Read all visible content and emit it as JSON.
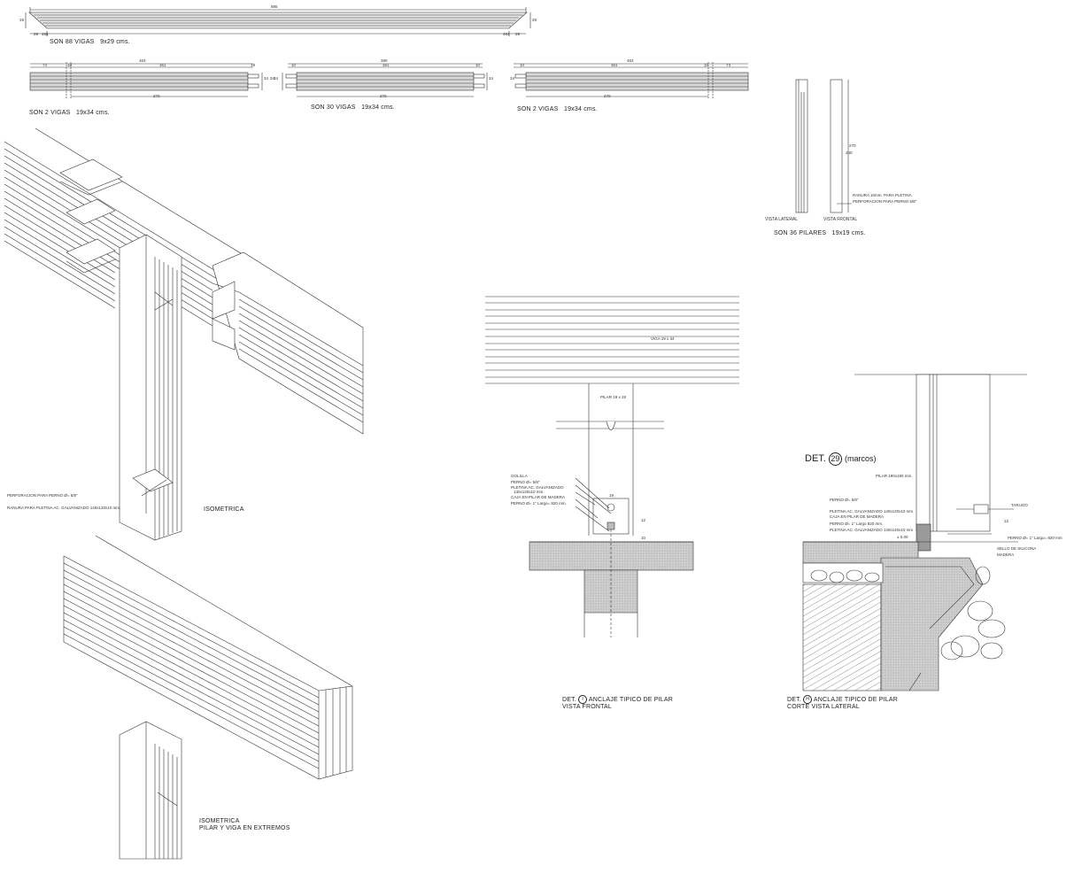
{
  "beam_schedules": {
    "top": {
      "count_label": "SON 88 VIGAS",
      "size": "9x29 cms.",
      "dims": {
        "overall": "885",
        "left_a": "29",
        "left_b": "464",
        "right_a": "464",
        "right_b": "29",
        "height_left": "29",
        "height_right": "29"
      }
    },
    "row2_a": {
      "count_label": "SON 2 VIGAS",
      "size": "19x34 cms.",
      "dims": {
        "top": "463",
        "seg1": "74",
        "seg2": "10",
        "seg3": "361",
        "seg4": "19",
        "bottom": "270",
        "h1": "34",
        "h2": "34"
      }
    },
    "row2_b": {
      "count_label": "SON 30 VIGAS",
      "size": "19x34 cms.",
      "dims": {
        "top": "380",
        "seg1": "10",
        "seg2": "361",
        "seg3": "10",
        "bottom": "270",
        "h1": "34",
        "h2": "34"
      }
    },
    "row2_c": {
      "count_label": "SON 2 VIGAS",
      "size": "19x34 cms.",
      "dims": {
        "top": "463",
        "seg1": "10",
        "seg2": "361",
        "seg3": "10",
        "seg4": "74",
        "bottom": "270",
        "h1": "34"
      }
    }
  },
  "pillars": {
    "count_label": "SON 36 PILARES",
    "size": "19x19 cms.",
    "side_view_label": "VISTA LATERAL",
    "front_view_label": "VISTA FRONTAL",
    "notes": [
      "RANURA 10mm. PARA PLETINA",
      "PERFORACION PARA PERNO 5/8\""
    ],
    "dims": {
      "h_total": "270",
      "h_part": "240"
    }
  },
  "isometric_1": {
    "title": "ISOMETRICA",
    "notes": [
      "PERFORACION PARA PERNO Ø= 5/8\"",
      "RANURA PARA PLETINA AC. GALVANIZADO 140x120x10 mm."
    ]
  },
  "isometric_2": {
    "title_line1": "ISOMETRICA",
    "title_line2": "PILAR Y VIGA EN EXTREMOS"
  },
  "detail_i": {
    "prefix": "DET.",
    "ref": "I",
    "title": "ANCLAJE TIPICO DE PILAR",
    "subtitle": "VISTA FRONTAL",
    "tags": {
      "beam": "VIGA 19 x 34",
      "pillar": "PILAR 19 x 19"
    },
    "notes": [
      "GOLILLA",
      "PERNO Ø= 5/8\"",
      "PLETINA AC. GALVANIZADO",
      "140x120x10 mm.",
      "CAJA EN PILAR DE MADERA",
      "PERNO Ø= 1\" Largo= 820 mm."
    ],
    "dims": {
      "d1": "19",
      "d2": "12",
      "d3": "10"
    }
  },
  "detail_h": {
    "prefix": "DET.",
    "ref": "H",
    "title": "ANCLAJE TIPICO DE PILAR",
    "subtitle": "CORTE VISTA LATERAL",
    "tags": {
      "pillar": "PILAR 190x190 mm."
    },
    "notes": [
      "PERNO Ø= 5/8\"",
      "PLETINA AC. GALVANIZADO 140x120x10 mm",
      "CAJA EN PILAR DE MADERA",
      "PERNO Ø= 1\" Largo 820 mm.",
      "PLETINA AC. GALVANIZADO 140x140x10 mm",
      "TARUGO",
      "PERNO Ø= 1\" Largo= 820 mm",
      "SELLO DE SILICONA",
      "MADERA",
      "± 0.00"
    ],
    "dims": {
      "d1": "12"
    }
  },
  "big_detail": {
    "prefix": "DET.",
    "number": "29",
    "suffix": "(marcos)"
  }
}
